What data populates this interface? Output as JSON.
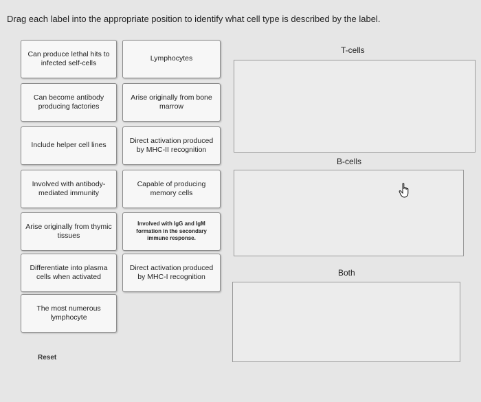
{
  "instruction": "Drag each label into the appropriate position to identify what cell type is described by the label.",
  "labels": [
    "Can produce lethal hits to infected self-cells",
    "Lymphocytes",
    "Can become antibody producing factories",
    "Arise originally from bone marrow",
    "Include helper cell lines",
    "Direct activation produced by MHC-II recognition",
    "Involved with antibody-mediated immunity",
    "Capable of producing memory cells",
    "Arise originally from thymic tissues",
    "Involved with IgG and IgM formation in the secondary immune response.",
    "Differentiate into plasma cells when activated",
    "Direct activation produced by MHC-I recognition",
    "The most numerous lymphocyte"
  ],
  "zones": {
    "tcells": "T-cells",
    "bcells": "B-cells",
    "both": "Both"
  },
  "reset_label": "Reset",
  "cursor_icon": "hand-pointer-icon"
}
